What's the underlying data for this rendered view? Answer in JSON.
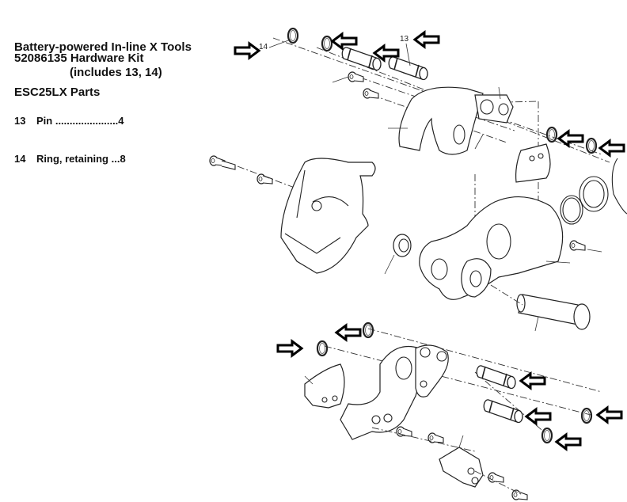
{
  "document": {
    "title_line1": "Battery-powered In-line X Tools",
    "title_line2": "ESC25LX Parts",
    "kit_line1": "52086135 Hardware Kit",
    "kit_line2": "(includes 13, 14)",
    "parts": [
      {
        "number": "13",
        "name": "Pin ......................",
        "qty": "4"
      },
      {
        "number": "14",
        "name": "Ring, retaining ...",
        "qty": "8"
      }
    ]
  },
  "diagram": {
    "callouts": [
      "14",
      "13"
    ],
    "icons": {
      "arrow": "arrow-left-icon",
      "arrow_right": "arrow-right-icon"
    }
  }
}
